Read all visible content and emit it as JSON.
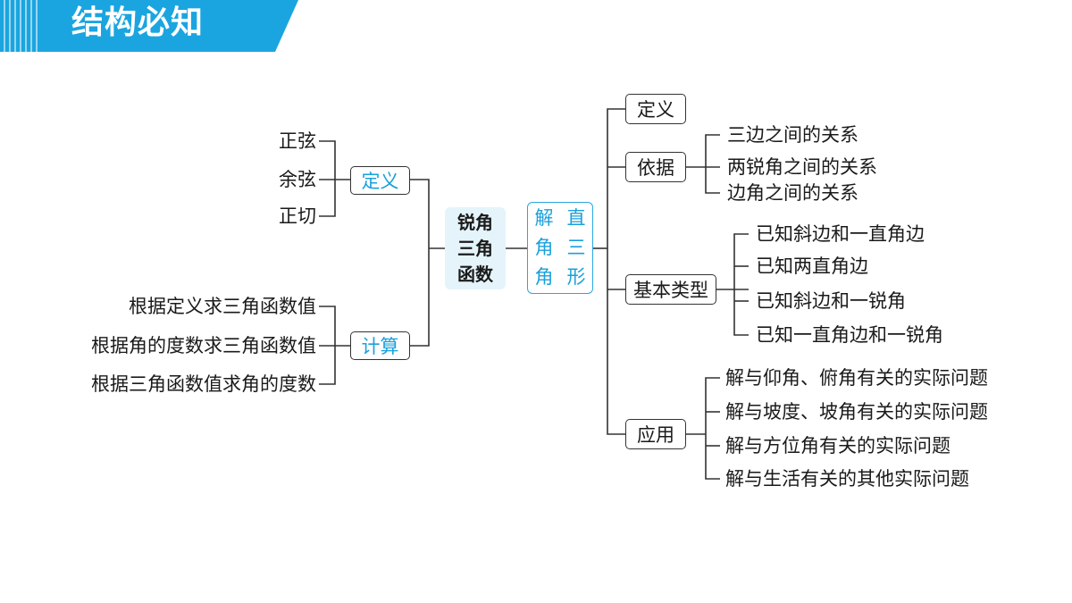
{
  "banner": {
    "title": "结构必知",
    "color": "#1aa5e0"
  },
  "center": {
    "main": {
      "chars": [
        "锐角",
        "三角",
        "函数"
      ]
    },
    "topic": {
      "col1": [
        "解",
        "角",
        "角"
      ],
      "col2": [
        "直",
        "三",
        "形"
      ]
    }
  },
  "left": {
    "definition": {
      "label": "定义",
      "items": [
        "正弦",
        "余弦",
        "正切"
      ]
    },
    "calculation": {
      "label": "计算",
      "items": [
        "根据定义求三角函数值",
        "根据角的度数求三角函数值",
        "根据三角函数值求角的度数"
      ]
    }
  },
  "right": {
    "definition": {
      "label": "定义"
    },
    "basis": {
      "label": "依据",
      "items": [
        "三边之间的关系",
        "两锐角之间的关系",
        "边角之间的关系"
      ]
    },
    "types": {
      "label": "基本类型",
      "items": [
        "已知斜边和一直角边",
        "已知两直角边",
        "已知斜边和一锐角",
        "已知一直角边和一锐角"
      ]
    },
    "applications": {
      "label": "应用",
      "items": [
        "解与仰角、俯角有关的实际问题",
        "解与坡度、坡角有关的实际问题",
        "解与方位角有关的实际问题",
        "解与生活有关的其他实际问题"
      ]
    }
  },
  "colors": {
    "accent": "#1aa0dc",
    "line": "#333333",
    "center_fill": "#e5f4fb"
  }
}
